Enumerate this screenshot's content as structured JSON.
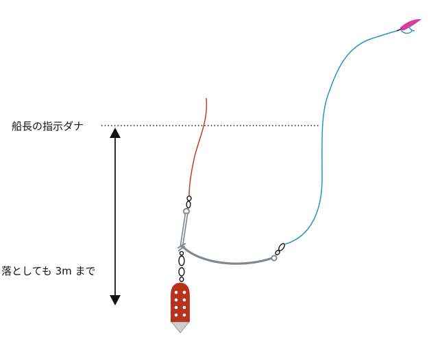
{
  "labels": {
    "captain_depth": "船長の指示ダナ",
    "drop_range": "落としても 3m まで"
  },
  "colors": {
    "mainline": "#c0392b",
    "leader": "#1f95c9",
    "arm": "#808890",
    "sinker": "#b5341b",
    "sinker_holes": "#ffffff",
    "sinker_tip": "#cfcfcf",
    "lure": "#d63fa0",
    "hook": "#1f95c9",
    "guide": "#111111"
  },
  "icons": {
    "arrow": "double-headed-vertical-arrow",
    "swivel": "chain-swivel",
    "sinker": "perforated-sinker",
    "lure": "squid-lure"
  }
}
